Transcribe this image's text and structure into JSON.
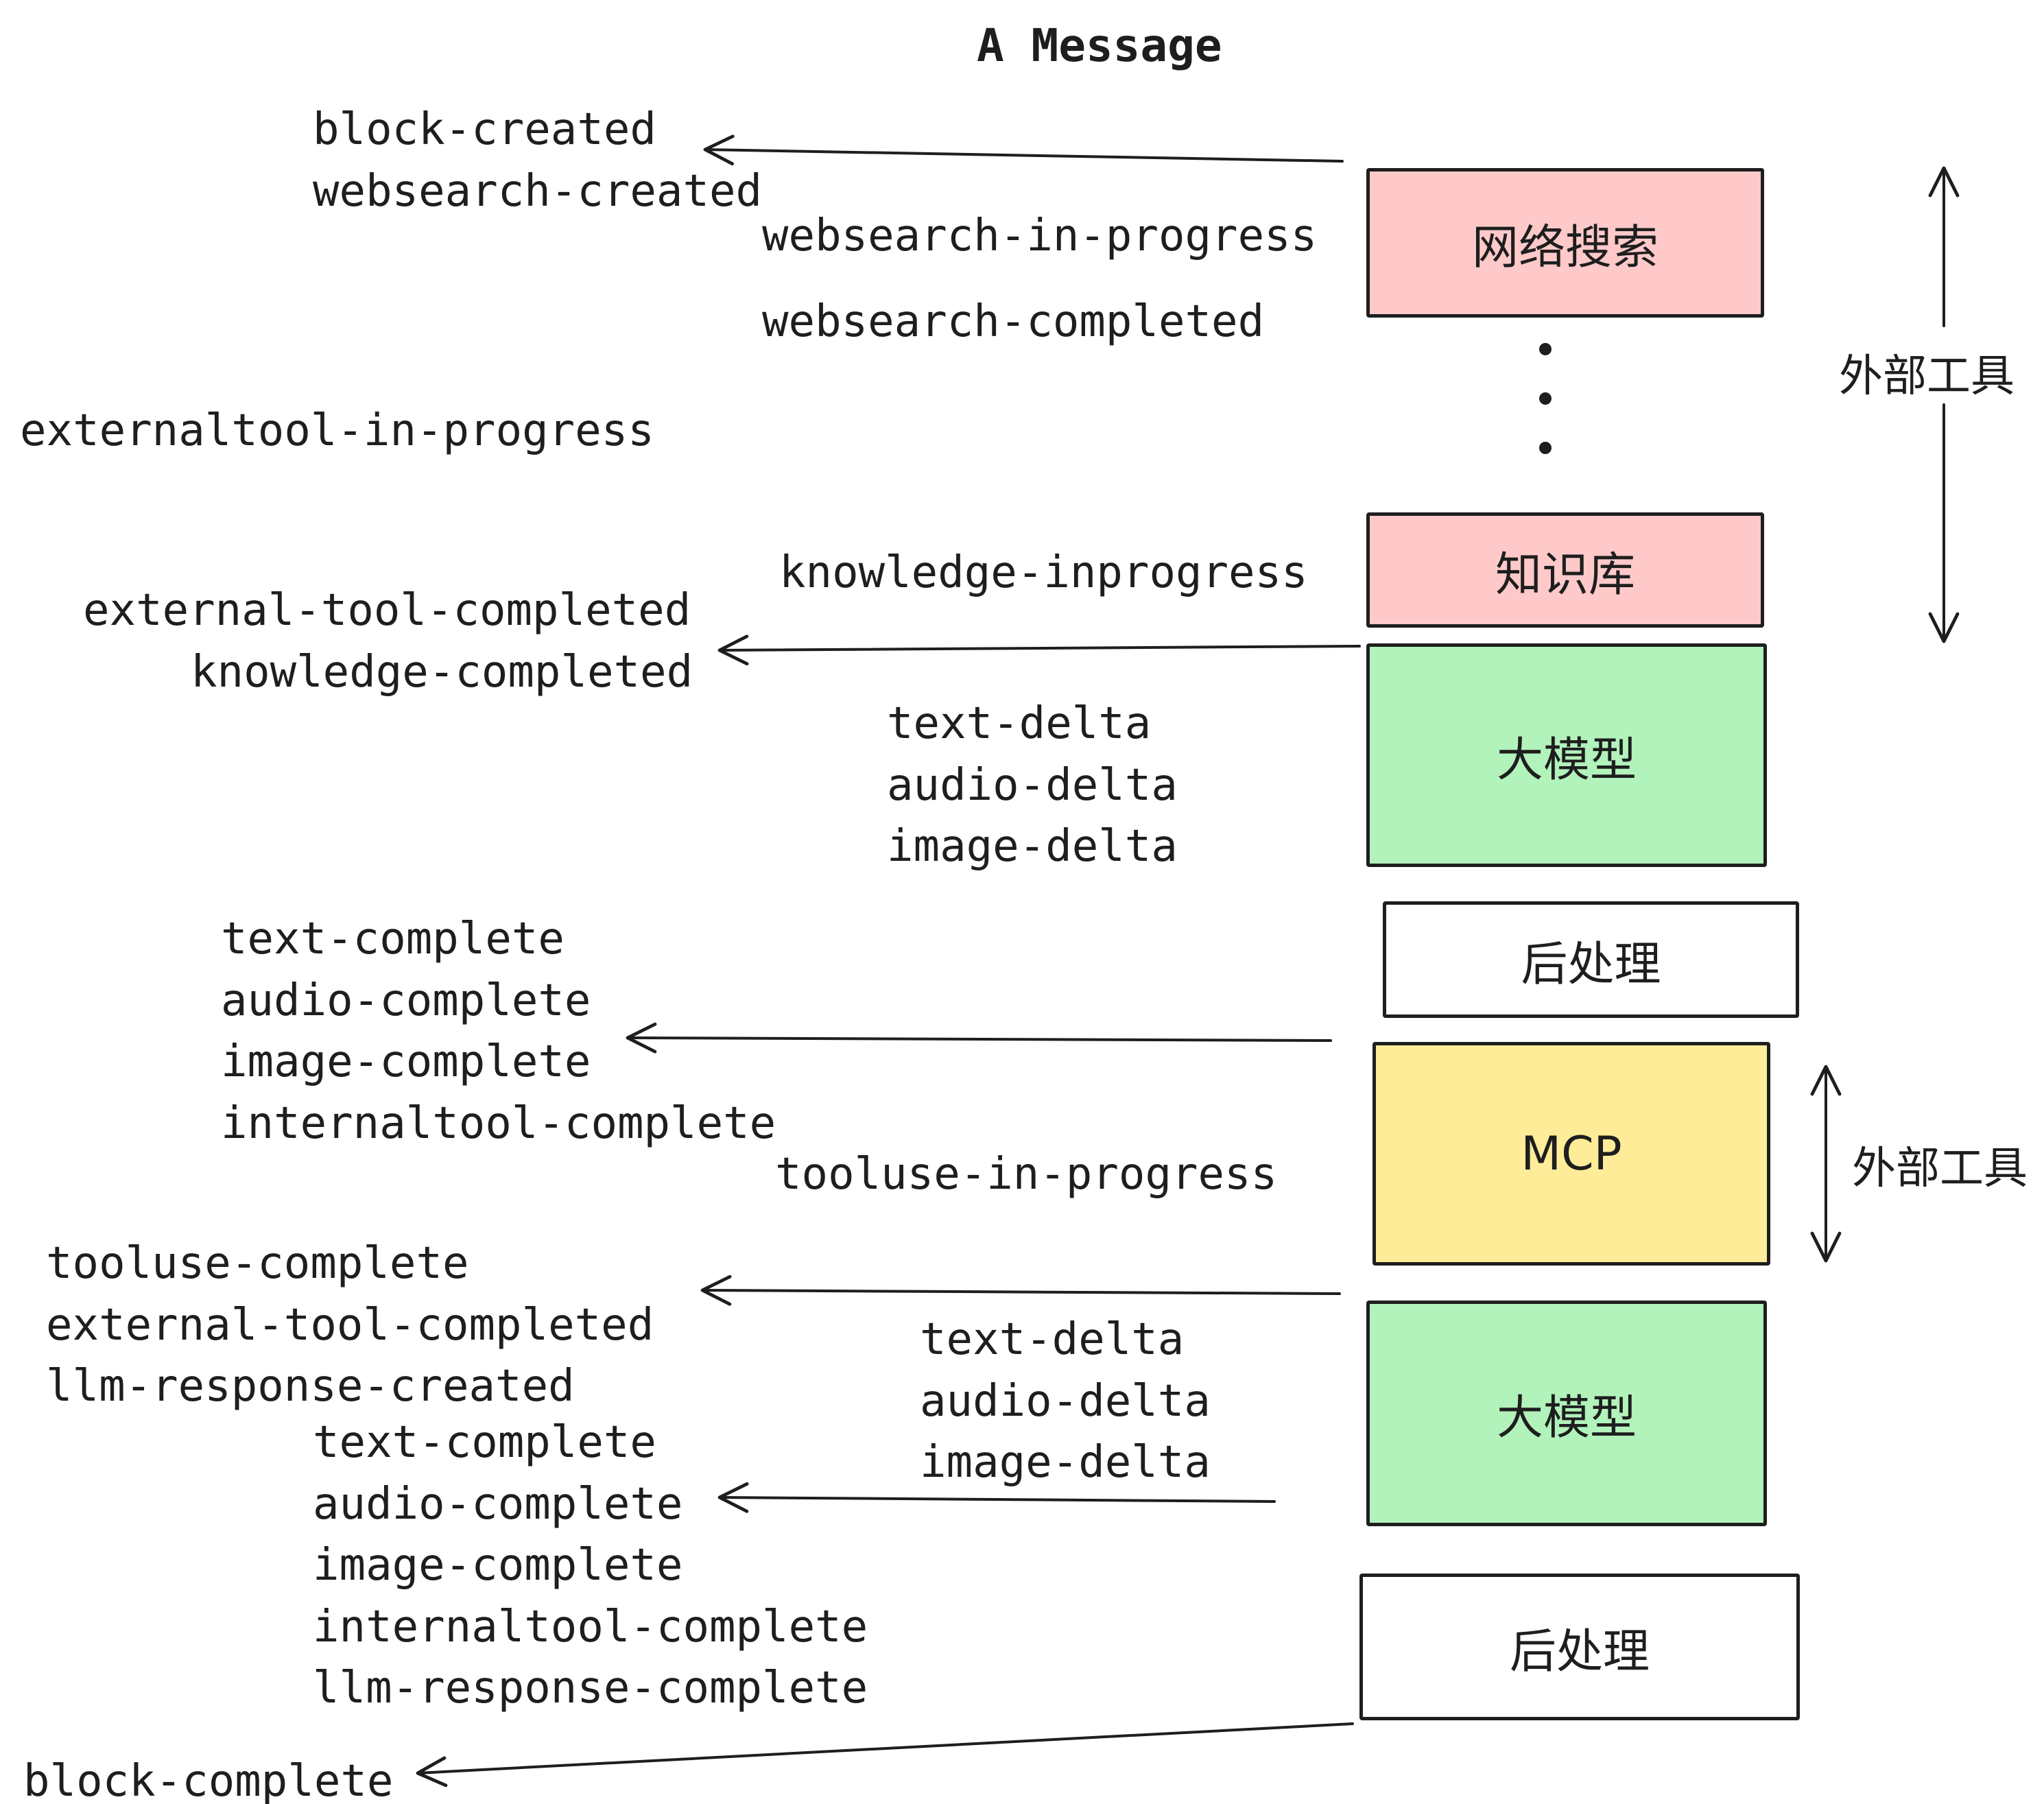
{
  "title": "A Message",
  "colors": {
    "pink": "#ffc9c9",
    "green": "#b2f2bb",
    "yellow": "#ffec99",
    "white": "#ffffff",
    "stroke": "#1e1e1e"
  },
  "boxes": {
    "websearch": {
      "label": "网络搜索"
    },
    "knowledge": {
      "label": "知识库"
    },
    "llm1": {
      "label": "大模型"
    },
    "post1": {
      "label": "后处理"
    },
    "mcp": {
      "label": "MCP"
    },
    "llm2": {
      "label": "大模型"
    },
    "post2": {
      "label": "后处理"
    }
  },
  "side_labels": {
    "external_tools_top": "外部工具",
    "external_tools_bottom": "外部工具"
  },
  "events": {
    "block_created": "block-created",
    "websearch_created": "websearch-created",
    "websearch_in_progress": "websearch-in-progress",
    "websearch_completed": "websearch-completed",
    "externaltool_in_progress": "externaltool-in-progress",
    "knowledge_inprogress": "knowledge-inprogress",
    "external_tool_completed_1": "external-tool-completed",
    "knowledge_completed": "knowledge-completed",
    "text_delta_1": "text-delta",
    "audio_delta_1": "audio-delta",
    "image_delta_1": "image-delta",
    "text_complete_1": "text-complete",
    "audio_complete_1": "audio-complete",
    "image_complete_1": "image-complete",
    "internaltool_complete_1": "internaltool-complete",
    "tooluse_in_progress": "tooluse-in-progress",
    "tooluse_complete": "tooluse-complete",
    "external_tool_completed_2": "external-tool-completed",
    "llm_response_created": "llm-response-created",
    "text_delta_2": "text-delta",
    "audio_delta_2": "audio-delta",
    "image_delta_2": "image-delta",
    "text_complete_2": "text-complete",
    "audio_complete_2": "audio-complete",
    "image_complete_2": "image-complete",
    "internaltool_complete_2": "internaltool-complete",
    "llm_response_complete": "llm-response-complete",
    "block_complete": "block-complete"
  }
}
